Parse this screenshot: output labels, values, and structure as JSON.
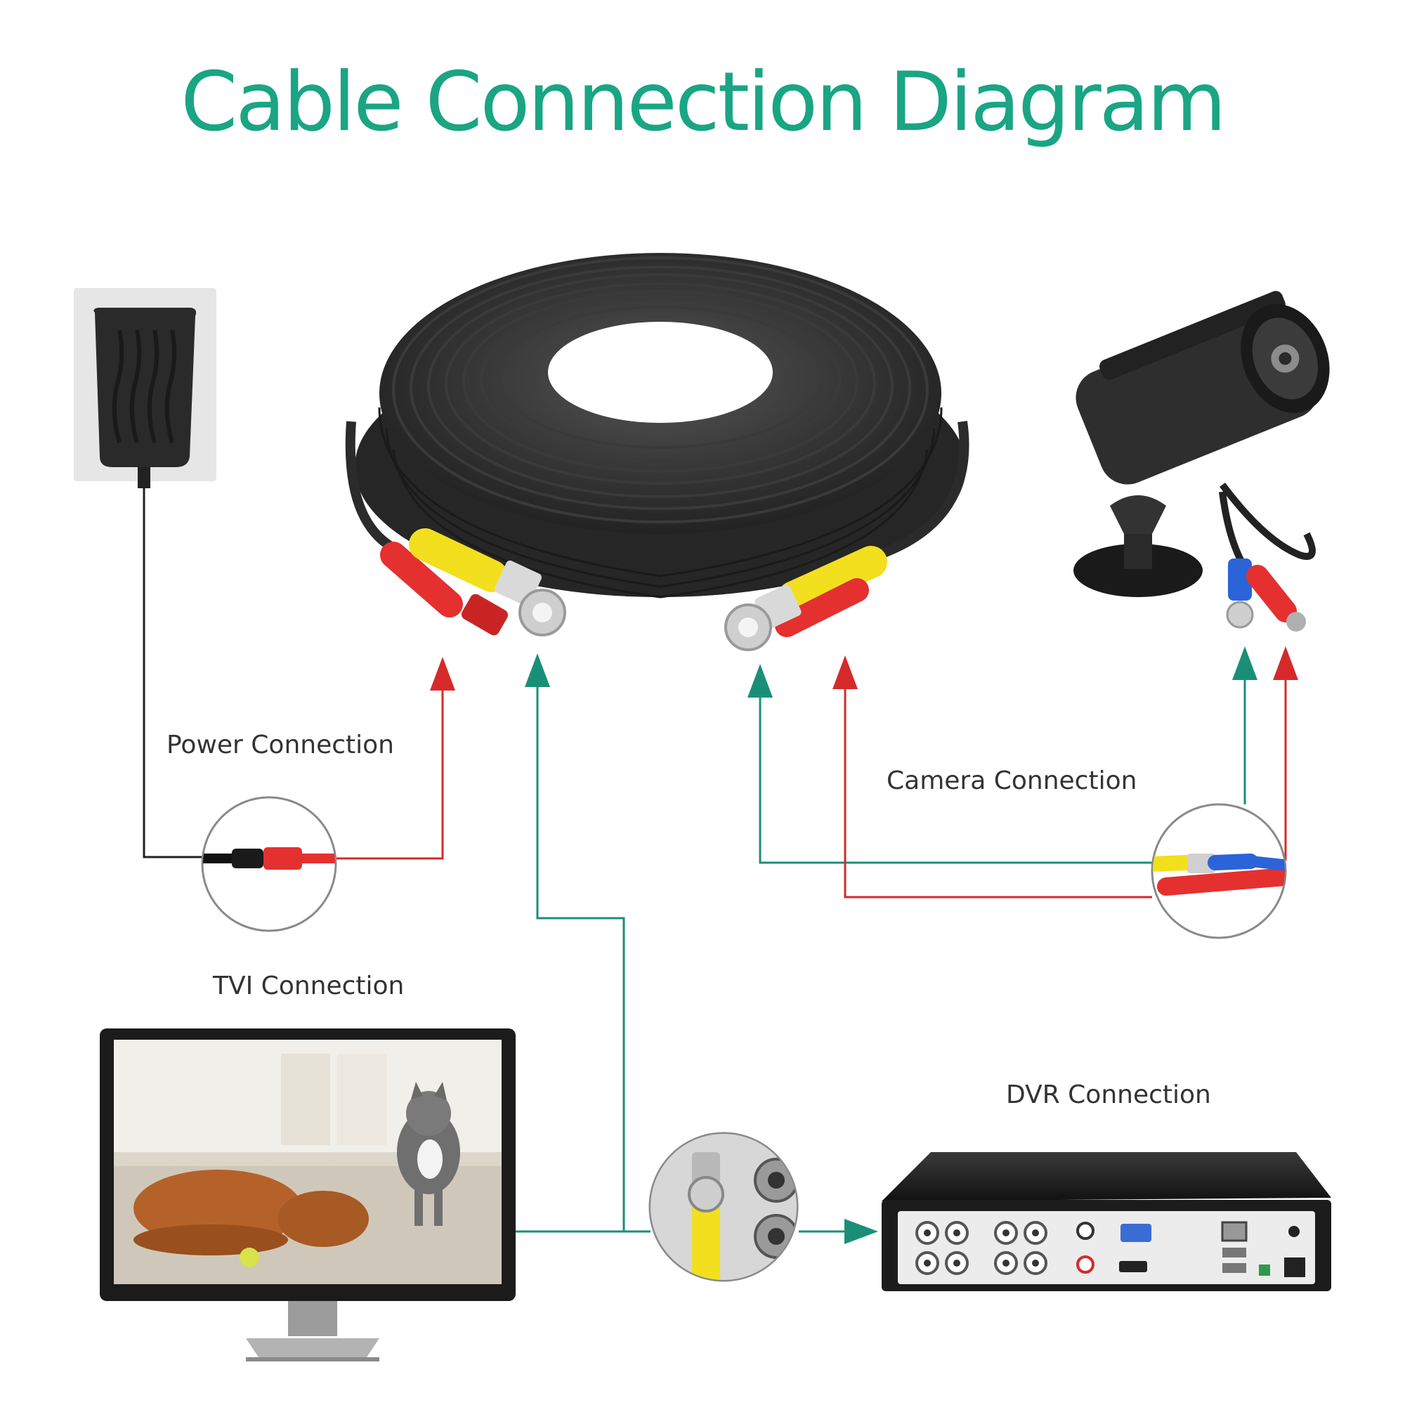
{
  "title": "Cable Connection Diagram",
  "labels": {
    "power": "Power Connection",
    "camera": "Camera Connection",
    "tvi": "TVI Connection",
    "dvr": "DVR Connection"
  },
  "colors": {
    "title": "#1aa584",
    "video_line": "#1a8f78",
    "power_line": "#d62a2a",
    "cable": "#2b2b2b",
    "bnc_yellow": "#f2e01e",
    "dc_red": "#e53030",
    "bnc_blue": "#2b63d9"
  }
}
